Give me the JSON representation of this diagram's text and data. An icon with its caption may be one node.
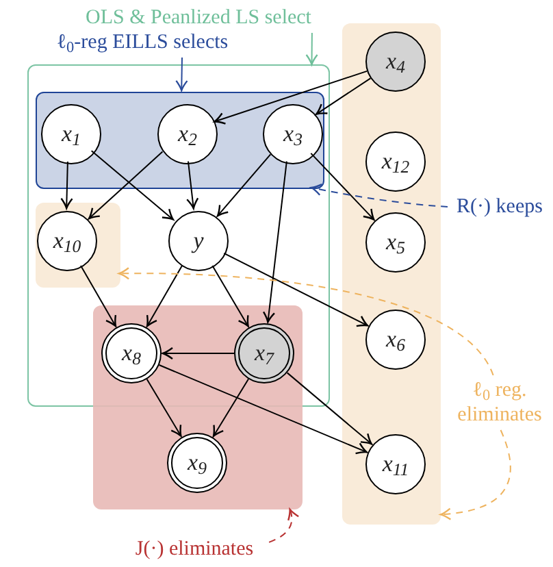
{
  "diagram": {
    "nodes": [
      {
        "text": [
          "OLS & Peanlized LS select"
        ]
      },
      {
        "text": [
          "ℓ$_{0}$-reg EILLS selects"
        ]
      },
      {
        "text": [],
        "shape": "box"
      },
      {
        "text": [],
        "shape": "box",
        "in": 2
      },
      {
        "text": [],
        "shape": "box",
        "in": 2
      },
      {
        "text": [],
        "shape": "box"
      },
      {
        "text": [],
        "shape": "box"
      },
      {
        "text": [
          "x$_{1}$"
        ],
        "in": 3
      },
      {
        "text": [
          "x$_{2}$"
        ],
        "in": 3
      },
      {
        "text": [
          "x$_{3}$"
        ],
        "in": 3
      },
      {
        "text": [
          "x$_{4}$"
        ],
        "in": 6
      },
      {
        "text": [
          "x$_{12}$"
        ],
        "in": 6
      },
      {
        "text": [
          "x$_{10}$"
        ],
        "in": 4
      },
      {
        "text": [
          "y"
        ],
        "in": 2
      },
      {
        "text": [
          "x$_{5}$"
        ],
        "in": 6
      },
      {
        "text": [
          "x$_{8}$"
        ]
      },
      {
        "text": [
          "x$_{7}$"
        ]
      },
      {
        "text": [
          "x$_{6}$"
        ],
        "in": 6
      },
      {
        "text": [
          "x$_{9}$"
        ],
        "in": 5
      },
      {
        "text": [
          "x$_{11}$"
        ],
        "in": 6
      },
      {
        "text": [
          "R(·) keeps"
        ]
      },
      {
        "text": [
          "ℓ$_{0}$ reg. eliminates"
        ]
      },
      {
        "text": [
          "J(·) eliminates"
        ]
      }
    ],
    "edges": [
      {
        "from": 0,
        "to": 2,
        "arrow": "to",
        "color": "#6fbf9a"
      },
      {
        "from": 1,
        "to": 3,
        "arrow": "to",
        "color": "#2b4c9b"
      },
      {
        "from": 10,
        "to": 8,
        "arrow": "to"
      },
      {
        "from": 10,
        "to": 9,
        "arrow": "to"
      },
      {
        "from": 7,
        "to": 12,
        "arrow": "to"
      },
      {
        "from": 7,
        "to": 13,
        "arrow": "to"
      },
      {
        "from": 8,
        "to": 12,
        "arrow": "to"
      },
      {
        "from": 8,
        "to": 13,
        "arrow": "to"
      },
      {
        "from": 9,
        "to": 13,
        "arrow": "to"
      },
      {
        "from": 9,
        "to": 16,
        "arrow": "to"
      },
      {
        "from": 9,
        "to": 14,
        "arrow": "to"
      },
      {
        "from": 12,
        "to": 15,
        "arrow": "to"
      },
      {
        "from": 13,
        "to": 15,
        "arrow": "to"
      },
      {
        "from": 13,
        "to": 16,
        "arrow": "to"
      },
      {
        "from": 13,
        "to": 17,
        "arrow": "to"
      },
      {
        "from": 16,
        "to": 15,
        "arrow": "to"
      },
      {
        "from": 15,
        "to": 18,
        "arrow": "to"
      },
      {
        "from": 16,
        "to": 18,
        "arrow": "to"
      },
      {
        "from": 15,
        "to": 19,
        "arrow": "to"
      },
      {
        "from": 16,
        "to": 19,
        "arrow": "to"
      },
      {
        "from": 20,
        "to": 3,
        "arrow": "to",
        "style": "dashed",
        "color": "#2b4c9b"
      },
      {
        "from": 21,
        "to": 4,
        "arrow": "to",
        "style": "dashed",
        "color": "#eeb35e"
      },
      {
        "from": 21,
        "to": 6,
        "arrow": "to",
        "style": "dashed",
        "color": "#eeb35e"
      },
      {
        "from": 22,
        "to": 5,
        "arrow": "to",
        "style": "dashed",
        "color": "#b83232"
      }
    ]
  }
}
